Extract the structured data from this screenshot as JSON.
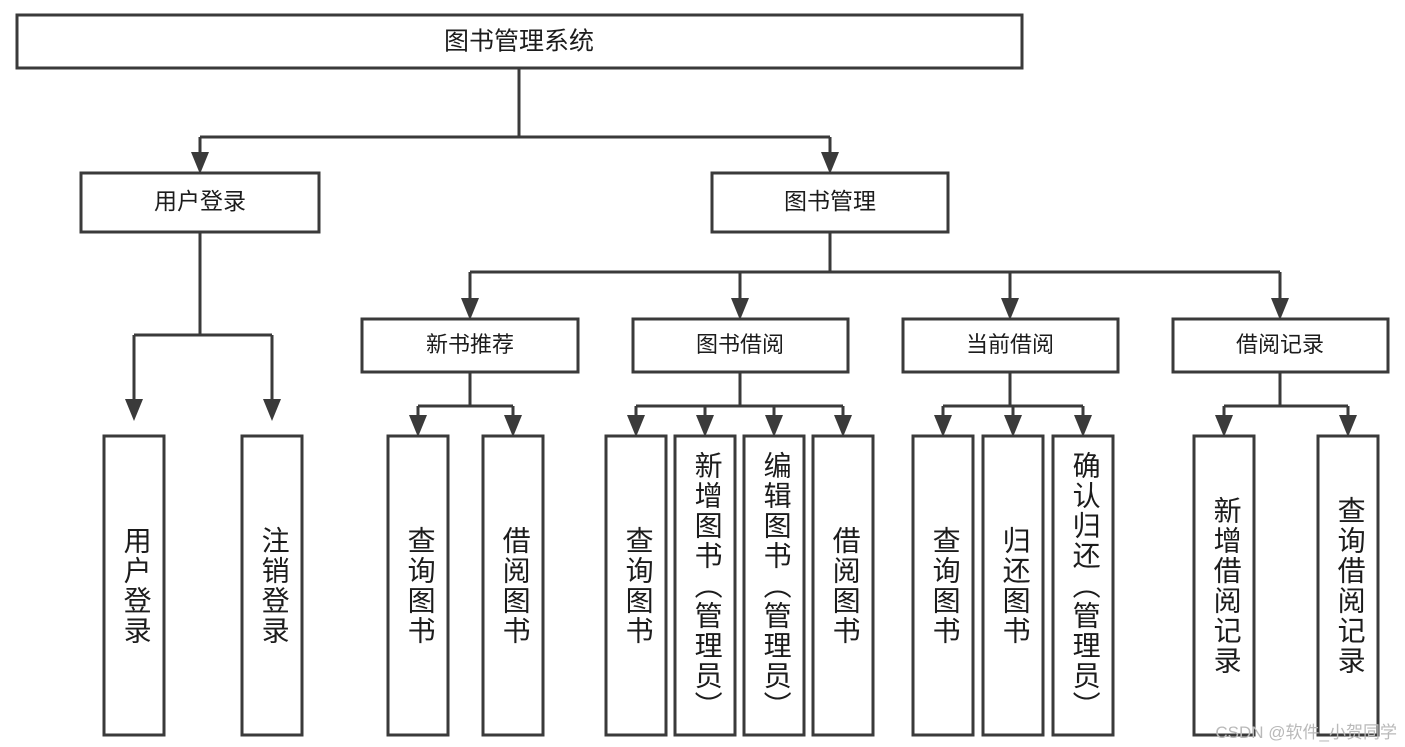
{
  "title": "图书管理系统",
  "watermark": "CSDN @软件_小贺同学",
  "colors": {
    "stroke": "#3a3a3a",
    "box_fill": "#ffffff",
    "text": "#1c1c1c",
    "background": "#ffffff",
    "watermark": "#b9b9b9"
  },
  "chart_data": {
    "type": "diagram",
    "diagram_kind": "tree",
    "orientation": "top-down",
    "title": "图书管理系统",
    "levels": 4,
    "node_count": 22
  },
  "root": {
    "label": "图书管理系统"
  },
  "level1": [
    {
      "label": "用户登录"
    },
    {
      "label": "图书管理"
    }
  ],
  "level2": [
    {
      "label": "新书推荐"
    },
    {
      "label": "图书借阅"
    },
    {
      "label": "当前借阅"
    },
    {
      "label": "借阅记录"
    }
  ],
  "leaves": {
    "user_login": [
      {
        "label": "用户登录"
      },
      {
        "label": "注销登录"
      }
    ],
    "new_book": [
      {
        "label": "查询图书"
      },
      {
        "label": "借阅图书"
      }
    ],
    "book_borrow": [
      {
        "label": "查询图书"
      },
      {
        "label": "新增图书（管理员）"
      },
      {
        "label": "编辑图书（管理员）"
      },
      {
        "label": "借阅图书"
      }
    ],
    "current_borrow": [
      {
        "label": "查询图书"
      },
      {
        "label": "归还图书"
      },
      {
        "label": "确认归还（管理员）"
      }
    ],
    "borrow_record": [
      {
        "label": "新增借阅记录"
      },
      {
        "label": "查询借阅记录"
      }
    ]
  }
}
